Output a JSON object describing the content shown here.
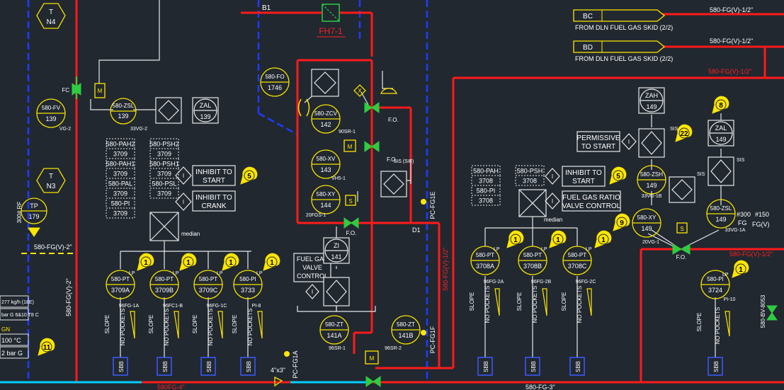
{
  "segments": {
    "b1": "B1",
    "d1": "D1",
    "fh71": "FH7-1",
    "median1": "median",
    "median2": "median",
    "slope": "SLOPE",
    "nopockets": "NO POCKETS",
    "fo": "F.O.",
    "sbb": "SBB",
    "lp": "LP",
    "sis": "SIS",
    "sif": "SIS (SIF)"
  },
  "offsheet": [
    {
      "tag": "BC",
      "label": "FROM DLN FUEL GAS SKID (2/2)",
      "line": "580-FG(V)-1/2\""
    },
    {
      "tag": "BD",
      "label": "FROM DLN FUEL GAS SKID (2/2)",
      "line": "580-FG(V)-1/2\""
    }
  ],
  "line_labels": {
    "red_top": "580-FG(V)-1/2\"",
    "red_mid_right": "580-FG(V)-1/2\"",
    "left_h": "580-FG(V)-2\"",
    "left_v": "580-FG(V)-2\"",
    "center_v": "580-FG(V)-1/2\"",
    "bottom_left": "580FG-4\"",
    "bottom_right": "580-FG-3\"",
    "pc_fg1e": "PC-FG1E",
    "pc_fg1f": "PC-FG1F",
    "pc_fg1a": "PC-FG1A",
    "size4x3": "4\"x3\"",
    "bv": "580-BV-8053",
    "rf": "300# RF",
    "fg300": "#300",
    "fg150": "#150",
    "fg": "FG",
    "fgv": "FG(V)"
  },
  "hex_tags": [
    {
      "top": "T",
      "bottom": "N4"
    },
    {
      "top": "T",
      "bottom": "N3"
    }
  ],
  "instruments": {
    "fv139": {
      "top": "580-FV",
      "num": "139",
      "sub": "VG-2"
    },
    "fc": "FC",
    "zsl139": {
      "top": "580-ZSL",
      "num": "139",
      "sub": "33VG-2"
    },
    "zal139": {
      "top": "ZAL",
      "num": "139"
    },
    "tp179": {
      "top": "TP",
      "num": "179"
    },
    "fo1746": {
      "top": "580-FO",
      "num": "1746"
    },
    "zcv142": {
      "top": "580-ZCV",
      "num": "142",
      "sub": "90SR-1"
    },
    "xv143": {
      "top": "580-XV",
      "num": "143",
      "sub": "VH5-1"
    },
    "xy144": {
      "top": "580-XY",
      "num": "144",
      "sub": "20FGS-1"
    },
    "zi141": {
      "top": "ZI",
      "num": "141"
    },
    "zt141a": {
      "top": "580-ZT",
      "num": "141A",
      "sub": "96SR-1"
    },
    "zt141b": {
      "top": "580-ZT",
      "num": "141B",
      "sub": "96SR-2"
    },
    "zah149": {
      "top": "ZAH",
      "num": "149"
    },
    "zal149": {
      "top": "ZAL",
      "num": "149"
    },
    "zsh149": {
      "top": "580-ZSH",
      "num": "149",
      "sub": "33VG-1B"
    },
    "zsl149": {
      "top": "580-ZSL",
      "num": "149",
      "sub": "33VG-1A"
    },
    "xy149": {
      "top": "580-XY",
      "num": "149",
      "sub": "20VG-1"
    },
    "pi3724": {
      "top": "580-PI",
      "num": "3724",
      "sub": "PI-10"
    },
    "s1": "S",
    "s2": "S",
    "x": "X"
  },
  "stack_left": [
    {
      "a": "580-PAH2",
      "b": "580-PSH2"
    },
    {
      "a": "3709",
      "b": "3709"
    },
    {
      "a": "580-PAH1",
      "b": "580-PSH1"
    },
    {
      "a": "3709",
      "b": "3709"
    },
    {
      "a": "580-PAL",
      "b": "580-PSL"
    },
    {
      "a": "3709",
      "b": "3709"
    },
    {
      "a": "580-PI",
      "b": ""
    },
    {
      "a": "3709",
      "b": ""
    }
  ],
  "stack_right": [
    {
      "a": "580-PAH",
      "b": "580-PSH"
    },
    {
      "a": "3708",
      "b": "3708"
    },
    {
      "a": "580-PI",
      "b": ""
    },
    {
      "a": "3708",
      "b": ""
    }
  ],
  "pt_left": [
    {
      "top": "580-PT",
      "num": "3709A",
      "sub": "96FG-1A"
    },
    {
      "top": "580-PT",
      "num": "3709B",
      "sub": "96FC1-B"
    },
    {
      "top": "580-PT",
      "num": "3709C",
      "sub": "96FG-1C"
    },
    {
      "top": "580-PI",
      "num": "3733",
      "sub": "PI-8"
    }
  ],
  "pt_right": [
    {
      "top": "580-PT",
      "num": "3708A",
      "sub": "96FG-2A"
    },
    {
      "top": "580-PT",
      "num": "3708B",
      "sub": "96FG-2B"
    },
    {
      "top": "580-PT",
      "num": "3708C",
      "sub": "96FG-2C"
    }
  ],
  "notes": {
    "inhibit_start_l": [
      "INHIBIT TO",
      "START"
    ],
    "inhibit_crank": [
      "INHIBIT TO",
      "CRANK"
    ],
    "inhibit_start_r": [
      "INHIBIT TO",
      "START"
    ],
    "fuel_ratio": [
      "FUEL GAS RATIO",
      "VALVE CONTROL"
    ],
    "permissive": [
      "PERMISSIVE",
      "TO START"
    ],
    "fuel_valve": [
      "FUEL GAS",
      "VALVE",
      "CONTROL"
    ],
    "i": "I"
  },
  "callouts": [
    "5",
    "5",
    "1",
    "1",
    "1",
    "1",
    "1",
    "1",
    "1",
    "9",
    "1",
    "22",
    "8",
    "11"
  ],
  "left_panel": {
    "flow": "277 kg/h (18E)",
    "bar": "bar G 6&10 T8 C",
    "gn": "GN",
    "temp": "100 °C",
    "press": "2 bar G"
  }
}
